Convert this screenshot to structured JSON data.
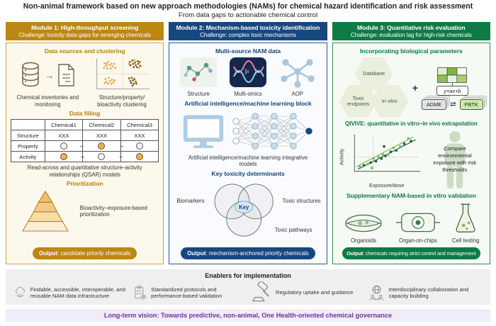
{
  "colors": {
    "module1": "#bc8712",
    "module2": "#17477f",
    "module3": "#0e7a45",
    "vision_text": "#7030a0"
  },
  "figure": {
    "title": "Non-animal framework based on new approach methodologies (NAMs) for chemical hazard identification and risk assessment",
    "subtitle": "From data gaps to actionable chemical control"
  },
  "module1": {
    "title": "Module 1: High-throughput screening",
    "challenge": "Challenge: toxicity data gaps for emerging chemicals",
    "sources_heading": "Data sources and clustering",
    "inventories_caption": "Chemical inventories and monitoring",
    "clustering_caption_line1": "Structure/property/",
    "clustering_caption_line2": "bioactivity clustering",
    "filling_heading": "Data filling",
    "table": {
      "col_headers": [
        "Chemical1",
        "Chemical2",
        "Chemical3"
      ],
      "row_labels": [
        "Structure",
        "Property",
        "Activity"
      ],
      "structure_values": [
        "XXX",
        "XXX",
        "XXX"
      ]
    },
    "qsar_caption": "Read-across and quantitative structure–activity relationships (QSAR) models",
    "prioritization_heading": "Prioritization",
    "pyramid_caption": "Bioactivity–exposure-based prioritization",
    "output_label": "Output",
    "output_text": ": candidate priority chemicals"
  },
  "module2": {
    "title": "Module 2: Mechanism-based toxicity identification",
    "challenge": "Challenge: complex toxic mechanisms",
    "nam_heading": "Multi-source NAM data",
    "nam_items": [
      "Structure",
      "Multi-omics",
      "AOP"
    ],
    "ai_heading": "Artificial intelligence/machine learning block",
    "ai_caption": "Artificial intelligence/machine learning integrative models",
    "key_heading": "Key toxicity determinants",
    "venn": {
      "left": "Biomarkers",
      "right": "Toxic structures",
      "bottom": "Toxic pathways",
      "center": "Key"
    },
    "output_label": "Output",
    "output_text": ": mechanism-anchored priority chemicals"
  },
  "module3": {
    "title": "Module 3: Quantitative risk evaluation",
    "challenge": "Challenge: evaluation lag for high-risk chemicals",
    "bio_heading": "Incorporating biological parameters",
    "hexagons": [
      "Database",
      "Toxic endpoints",
      "In vitro"
    ],
    "plus_sign": "+",
    "formula": "y=ax+b",
    "cards": [
      "ADME",
      "PBTK"
    ],
    "qivive_heading": "QIVIVE: quantitative in vitro–in vivo extrapolation",
    "plot": {
      "ylabel": "Activity",
      "xlabel": "Exposure/dose"
    },
    "compare_text": "Compare environmental exposure with risk thresholds",
    "validation_heading": "Supplementary NAM-based in vitro validation",
    "validation_items": [
      "Organoids",
      "Organ-on-chips",
      "Cell testing"
    ],
    "output_label": "Output",
    "output_text": ": chemicals requiring strict control and management"
  },
  "enablers": {
    "title": "Enablers for implementation",
    "items": [
      {
        "icon": "cloud-data-icon",
        "text": "Findable, accessible, interoperable, and reusable NAM data infrastructure"
      },
      {
        "icon": "clipboard-gear-icon",
        "text": "Standardized protocols and performance-based validation"
      },
      {
        "icon": "gavel-icon",
        "text": "Regulatory uptake and guidance"
      },
      {
        "icon": "globe-people-icon",
        "text": "Interdisciplinary collaboration and capacity building"
      }
    ]
  },
  "vision": {
    "text": "Long-term vision: Towards predictive, non-animal, One Health-oriented chemical governance"
  }
}
